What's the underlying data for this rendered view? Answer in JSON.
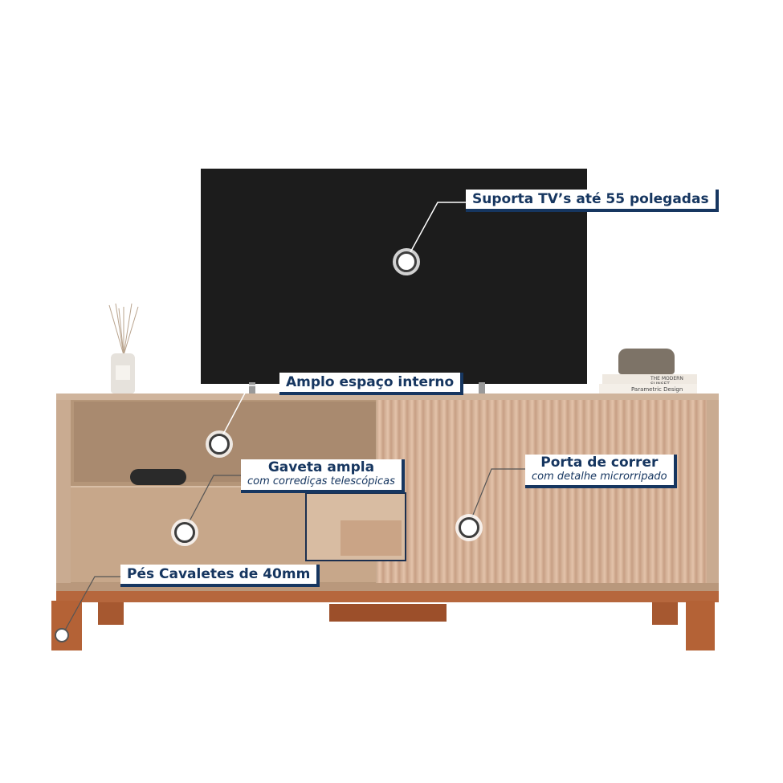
{
  "callouts": {
    "tv": {
      "title": "Suporta TV’s até 55 polegadas"
    },
    "interior": {
      "title": "Amplo espaço interno"
    },
    "drawer": {
      "title": "Gaveta ampla",
      "subtitle": "com corrediças telescópicas"
    },
    "door": {
      "title": "Porta de correr",
      "subtitle": "com detalhe microrripado"
    },
    "feet": {
      "title": "Pés Cavaletes de 40mm"
    }
  },
  "decor": {
    "book_top": "THE MODERN SUNSET",
    "book_bottom": "Parametric Design"
  },
  "colors": {
    "label_text": "#163660",
    "label_border": "#163660",
    "tv": "#1c1c1c",
    "cabinet": "#c9ab91",
    "legs": "#b46236"
  }
}
